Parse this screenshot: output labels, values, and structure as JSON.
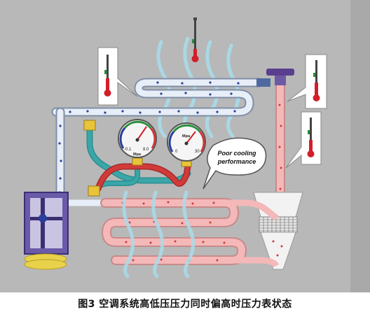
{
  "caption": "图3 空调系统高低压压力同时偏高时压力表状态",
  "callout": {
    "line1": "Poor cooling",
    "line2": "performance"
  },
  "low_gauge": {
    "scale_min": "-0.1",
    "scale_max": "8.0",
    "unit": "Mpa"
  },
  "high_gauge": {
    "scale_min": "0",
    "scale_max": "30",
    "unit": "Mpa"
  },
  "colors": {
    "background": "#b8b8b8",
    "low_pressure_pipe": "#e8eef7",
    "high_pressure_pipe": "#f4b8b8",
    "low_hose": "#3aa6a8",
    "high_hose": "#d23a3a",
    "thermometer_red": "#d21f2a",
    "air_flow": "#a8dcea"
  }
}
